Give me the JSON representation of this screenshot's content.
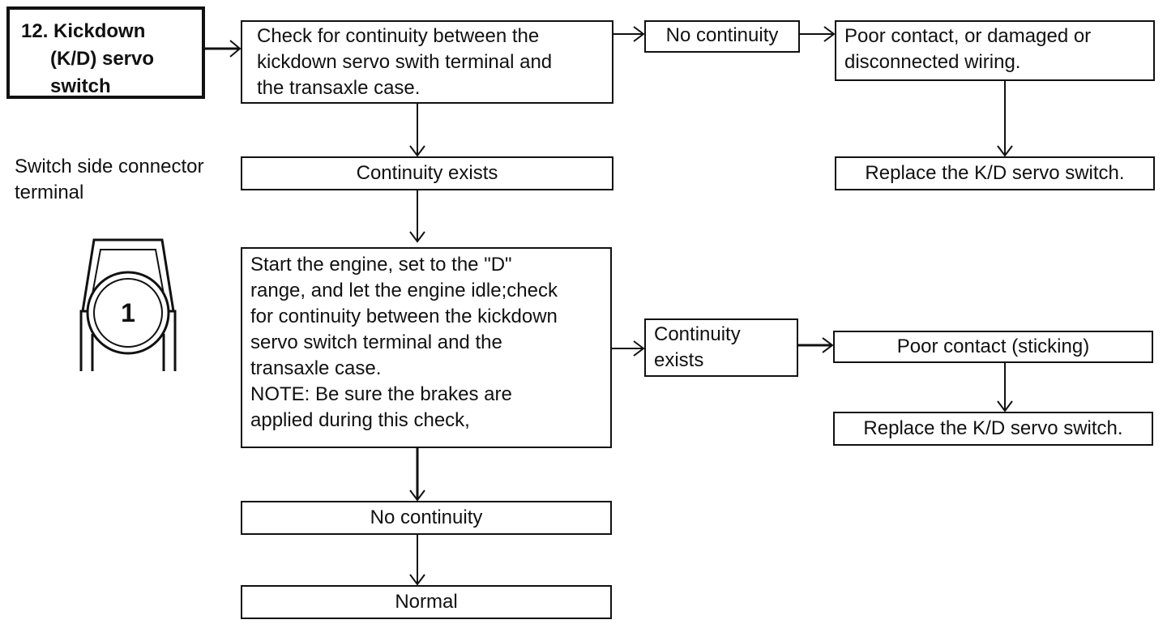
{
  "title_box": {
    "lines": [
      "12. Kickdown",
      "(K/D) servo",
      "switch"
    ]
  },
  "check1": {
    "lines": [
      "Check for continuity between the",
      "kickdown servo swith terminal and",
      "the transaxle case."
    ]
  },
  "no_continuity_1": {
    "text": "No continuity"
  },
  "poor_contact_wiring": {
    "lines": [
      "Poor contact, or damaged or",
      "disconnected wiring."
    ]
  },
  "replace_1": {
    "text": "Replace the K/D servo switch."
  },
  "continuity_exists_1": {
    "text": "Continuity exists"
  },
  "connector_label": {
    "lines": [
      "Switch side connector",
      "terminal"
    ]
  },
  "connector_terminal": {
    "number": "1"
  },
  "check2": {
    "lines": [
      "Start the engine, set to the \"D\"",
      "range, and let the engine idle;check",
      "for continuity between the kickdown",
      "servo switch terminal and the",
      "transaxle case.",
      "NOTE: Be sure the brakes are",
      "applied during this check,"
    ]
  },
  "continuity_exists_2": {
    "lines": [
      "Continuity",
      "exists"
    ]
  },
  "poor_contact_sticking": {
    "text": "Poor contact (sticking)"
  },
  "replace_2": {
    "text": "Replace the K/D servo switch."
  },
  "no_continuity_2": {
    "text": "No continuity"
  },
  "normal": {
    "text": "Normal"
  }
}
